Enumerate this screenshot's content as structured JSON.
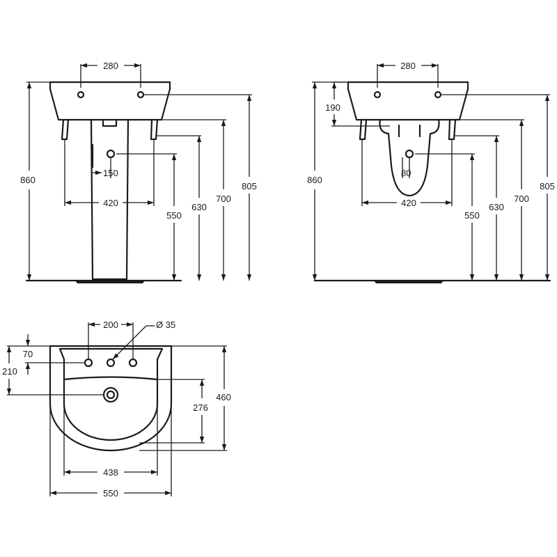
{
  "front_view": {
    "tap_spacing": "280",
    "waste_offset": "150",
    "leg_spacing": "420",
    "height_waste": "550",
    "height_legs": "630",
    "height_underside": "700",
    "height_taps": "805",
    "height_total": "860"
  },
  "side_view": {
    "tap_spacing": "280",
    "bracket_depth": "190",
    "waste_offset": "80",
    "leg_spacing": "420",
    "height_waste": "550",
    "height_legs": "630",
    "height_underside": "700",
    "height_taps": "805",
    "height_total": "860"
  },
  "plan_view": {
    "tap_hole_spacing": "200",
    "tap_hole_diameter": "Ø 35",
    "tap_hole_offset": "70",
    "waste_offset": "210",
    "bowl_depth": "276",
    "overall_depth": "460",
    "bowl_width": "438",
    "overall_width": "550"
  }
}
